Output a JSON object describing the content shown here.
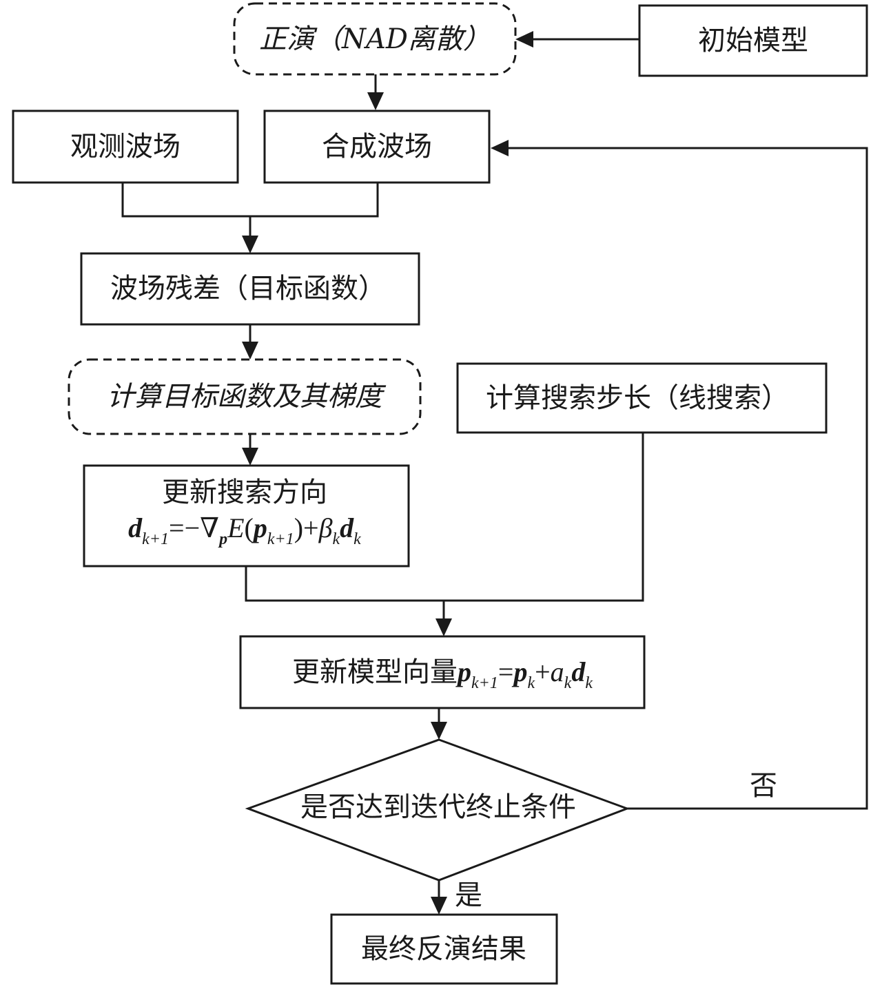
{
  "nodes": {
    "forward": "正演（NAD离散）",
    "initial_model": "初始模型",
    "observed": "观测波场",
    "synthetic": "合成波场",
    "residual": "波场残差（目标函数）",
    "gradient": "计算目标函数及其梯度",
    "step": "计算搜索步长（线搜索）",
    "direction_title": "更新搜索方向",
    "model_update_prefix": "更新模型向量",
    "decision": "是否达到迭代终止条件",
    "result": "最终反演结果"
  },
  "edge_labels": {
    "no": "否",
    "yes": "是"
  },
  "formulas": {
    "direction": {
      "d": "d",
      "k1": "k+1",
      "eq": "=",
      "minus_nabla": "−∇",
      "p_sub": "p",
      "E": "E",
      "lparen": "(",
      "p": "p",
      "rparen": ")",
      "plus": "+",
      "beta": "β",
      "k": "k"
    },
    "model": {
      "p": "p",
      "k1": "k+1",
      "eq": "=",
      "k": "k",
      "plus": "+",
      "a": "a",
      "d": "d"
    }
  }
}
